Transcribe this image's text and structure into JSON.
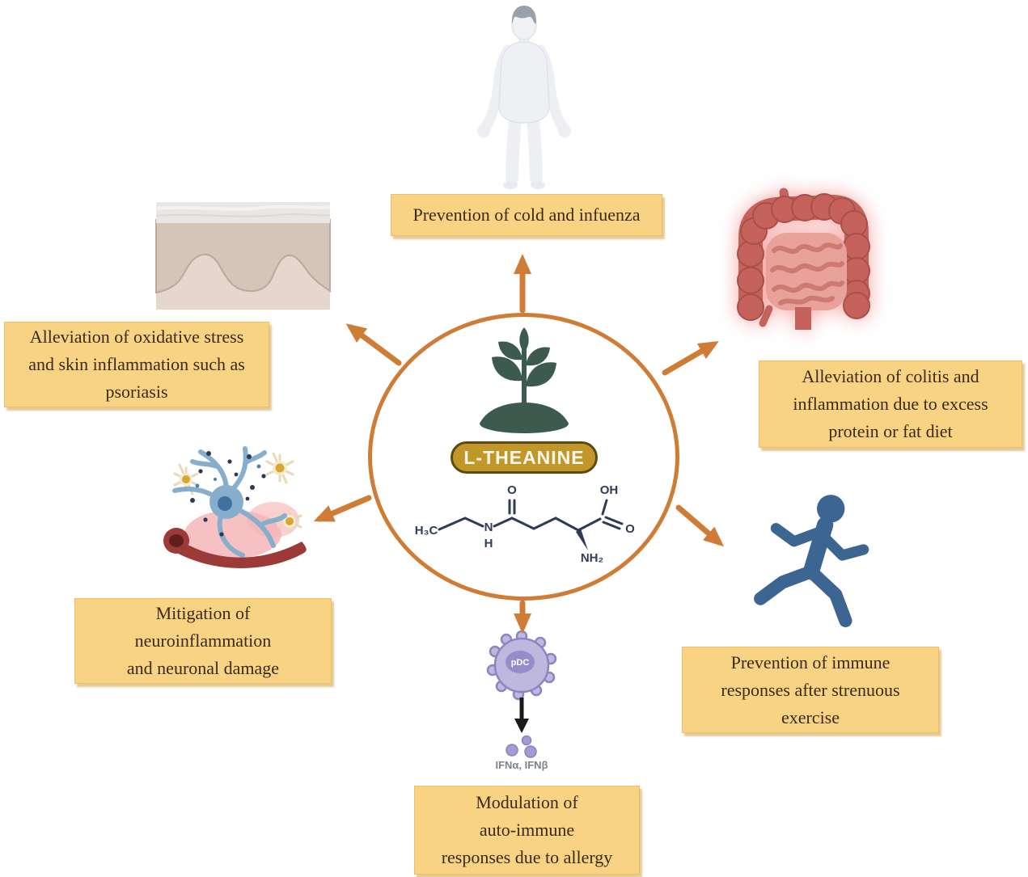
{
  "figure": {
    "center": {
      "badge_label": "L-THEANINE",
      "molecule_labels": {
        "h3c": "H₃C",
        "n": "N",
        "h": "H",
        "o_amide": "O",
        "oh": "OH",
        "o_acid": "O",
        "nh2": "NH₂"
      }
    },
    "boxes": {
      "top": {
        "label": "Prevention of cold and infuenza"
      },
      "top_left": {
        "label": "Alleviation of oxidative stress\nand skin inflammation such as\npsoriasis"
      },
      "top_right": {
        "label": "Alleviation of colitis and\ninflammation due to excess\nprotein or fat diet"
      },
      "left": {
        "label": "Mitigation of\nneuroinflammation\nand neuronal damage"
      },
      "right": {
        "label": "Prevention of  immune\nresponses after strenuous\nexercise"
      },
      "bottom": {
        "label": "Modulation of\nauto-immune\nresponses due to allergy"
      }
    },
    "pdc": {
      "cell_label": "pDC",
      "products_label": "IFNα, IFNβ"
    },
    "icons": [
      "human-body-icon",
      "skin-layers-icon",
      "intestine-icon",
      "neuron-inflammation-icon",
      "runner-icon",
      "pdc-cell-icon",
      "ifn-dots-icon",
      "tea-plant-icon"
    ],
    "colors": {
      "accent_orange": "#cf7d36",
      "box_fill": "#f8d384",
      "box_border": "#edbd63",
      "badge_gold": "#c09728",
      "badge_border": "#5d4a10",
      "plant_green": "#3d5a4e",
      "molecule_navy": "#2e3d56",
      "runner_blue": "#3d6591",
      "intestine_red": "#c4625b",
      "cell_purple": "#beb8df",
      "text_brown": "#3a2a16"
    }
  }
}
